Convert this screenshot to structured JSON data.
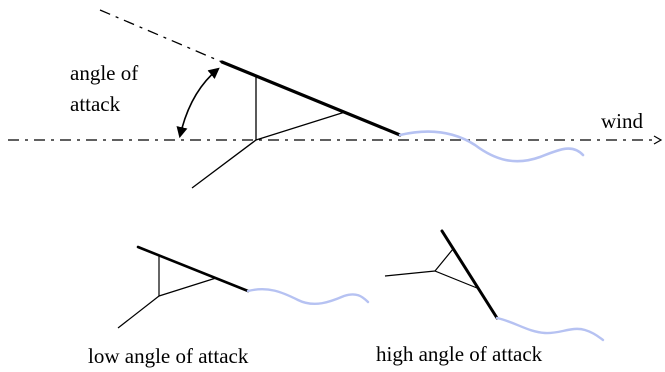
{
  "main_diagram": {
    "angle_label_line1": "angle of",
    "angle_label_line2": "attack",
    "wind_label": "wind"
  },
  "examples": [
    {
      "label": "low angle of attack"
    },
    {
      "label": "high angle of attack"
    }
  ],
  "colors": {
    "ink": "#000000",
    "tail": "#b6c2f2",
    "background": "#ffffff"
  }
}
